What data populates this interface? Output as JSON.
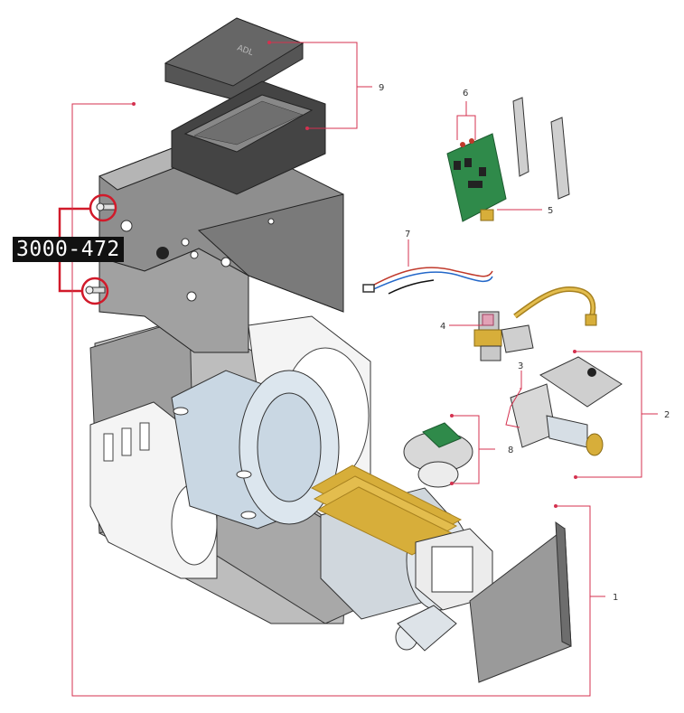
{
  "callouts": [
    {
      "id": "1",
      "label": "1"
    },
    {
      "id": "2",
      "label": "2"
    },
    {
      "id": "3",
      "label": "3"
    },
    {
      "id": "4",
      "label": "4"
    },
    {
      "id": "5",
      "label": "5"
    },
    {
      "id": "6",
      "label": "6"
    },
    {
      "id": "7",
      "label": "7"
    },
    {
      "id": "8",
      "label": "8"
    },
    {
      "id": "9",
      "label": "9"
    }
  ],
  "part_tag": "3000-472",
  "colors": {
    "callout_line": "#d4314f",
    "highlight_circle": "#d11a2a",
    "tag_background": "#111111",
    "tag_text": "#ffffff",
    "steel": "#8e8e8e",
    "insulation": "#f4f4f4",
    "tank": "#c9d7e3",
    "pcb": "#2f8a4a",
    "copper": "#d7ae3a"
  },
  "icons": [
    "boiler-housing",
    "top-cover",
    "circuit-board",
    "wire-harness",
    "gas-valve",
    "burner-assembly",
    "fan-assembly",
    "heat-exchanger",
    "side-panel",
    "screw"
  ]
}
